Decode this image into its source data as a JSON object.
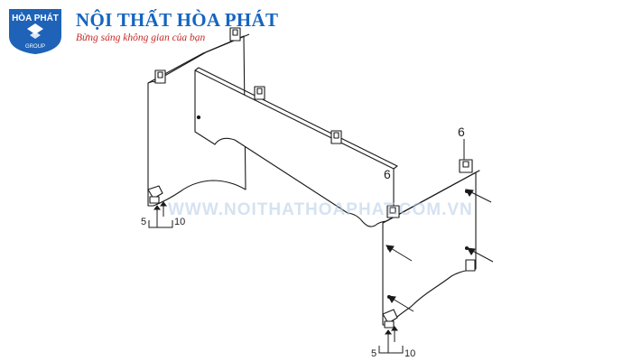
{
  "brand": {
    "logo_text": "HÒA PHÁT",
    "logo_sub": "GROUP",
    "title": "NỘI THẤT HÒA PHÁT",
    "slogan": "Bừng sáng không gian của bạn"
  },
  "watermark": "WWW.NOITHATHOAPHAT.COM.VN",
  "callouts": {
    "bracket_top": "6",
    "bracket_mid": "6",
    "left_foot_screw": "5",
    "left_foot_bolt": "10",
    "right_foot_screw": "5",
    "right_foot_bolt": "10"
  },
  "colors": {
    "brand_blue": "#1565c0",
    "slogan_red": "#c62828",
    "watermark": "#b3cce6"
  }
}
